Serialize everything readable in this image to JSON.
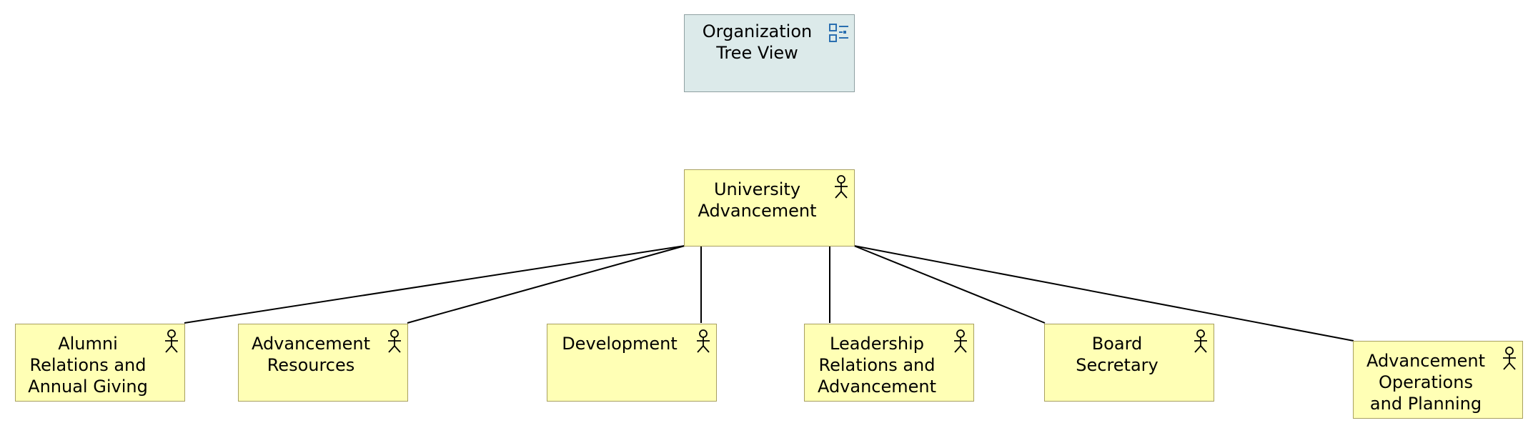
{
  "view": {
    "label": "Organization\nTree View",
    "icon": "tree-view-icon"
  },
  "root": {
    "label": "University\nAdvancement",
    "icon": "actor-icon"
  },
  "children": [
    {
      "label": "Alumni\nRelations and\nAnnual Giving",
      "icon": "actor-icon"
    },
    {
      "label": "Advancement\nResources",
      "icon": "actor-icon"
    },
    {
      "label": "Development",
      "icon": "actor-icon"
    },
    {
      "label": "Leadership\nRelations and\nAdvancement",
      "icon": "actor-icon"
    },
    {
      "label": "Board\nSecretary",
      "icon": "actor-icon"
    },
    {
      "label": "Advancement\nOperations\nand Planning",
      "icon": "actor-icon"
    }
  ],
  "colors": {
    "actor_fill": "#ffffb5",
    "actor_border": "#a8a060",
    "view_fill": "#dceaea",
    "view_icon": "#2a6fb0"
  }
}
